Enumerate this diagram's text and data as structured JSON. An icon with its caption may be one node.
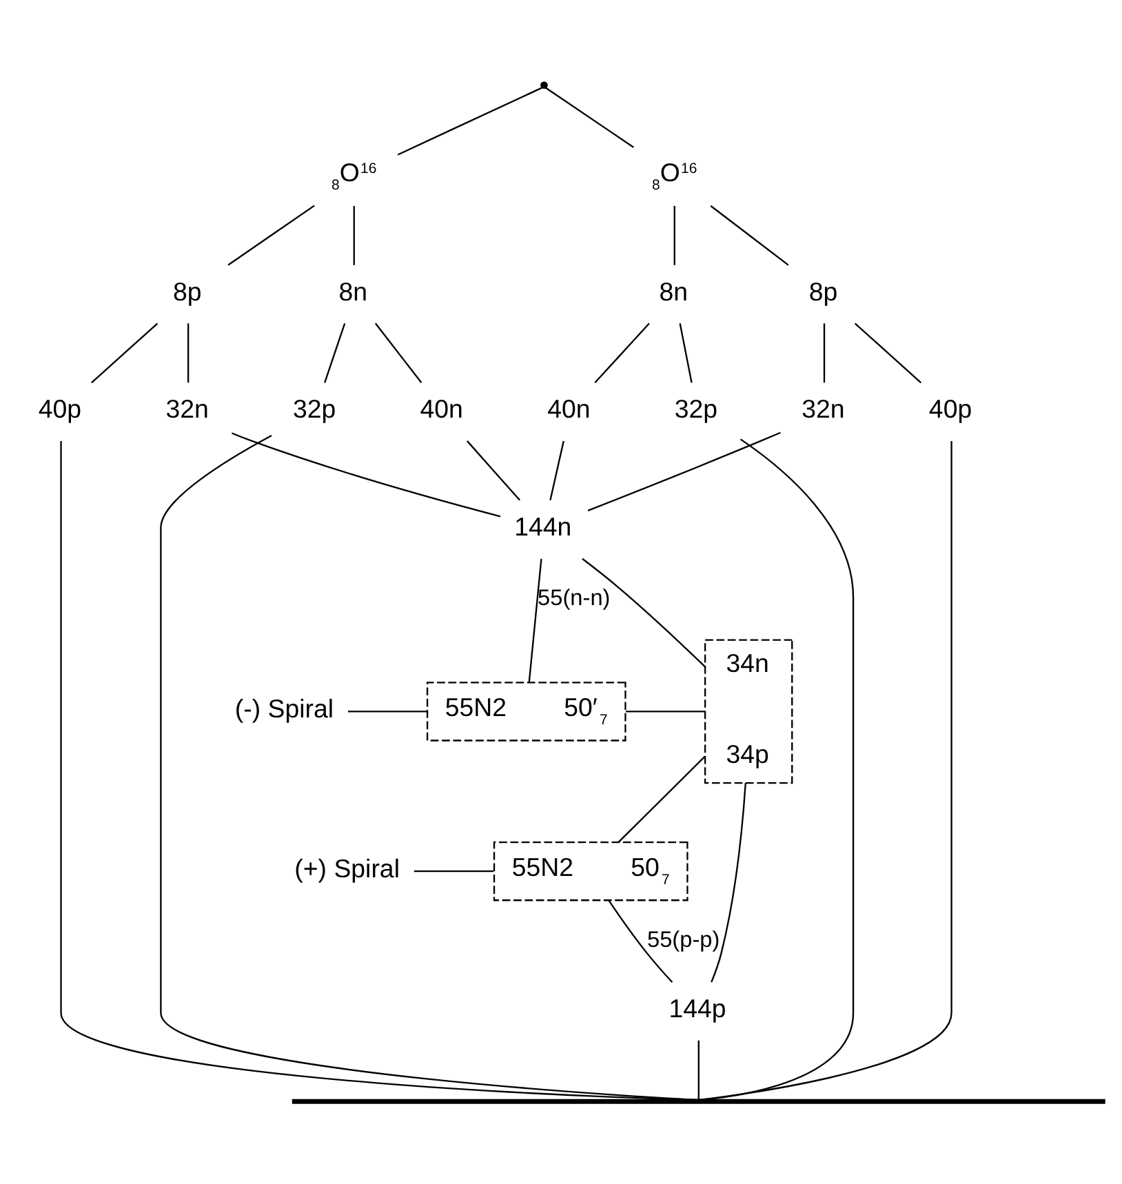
{
  "diagram": {
    "nodes": [
      {
        "text": [],
        "shape": "point"
      },
      {
        "text": [
          "$_{8}$O$^{16}$"
        ]
      },
      {
        "text": [
          "$_{8}$O$^{16}$"
        ]
      },
      {
        "text": [
          "8p"
        ]
      },
      {
        "text": [
          "8n"
        ]
      },
      {
        "text": [
          "8n"
        ]
      },
      {
        "text": [
          "8p"
        ]
      },
      {
        "text": [
          "40p"
        ]
      },
      {
        "text": [
          "32n"
        ]
      },
      {
        "text": [
          "32p"
        ]
      },
      {
        "text": [
          "40n"
        ]
      },
      {
        "text": [
          "40n"
        ]
      },
      {
        "text": [
          "32p"
        ]
      },
      {
        "text": [
          "32n"
        ]
      },
      {
        "text": [
          "40p"
        ]
      },
      {
        "text": [
          "144n"
        ]
      },
      {
        "text": [
          "(-) Spiral"
        ]
      },
      {
        "text": [
          "55N2",
          "50′$_{7}$"
        ]
      },
      {
        "text": [
          "34n",
          "34p"
        ]
      },
      {
        "text": [
          "(+) Spiral"
        ]
      },
      {
        "text": [
          "55N2",
          "50$_{7}$"
        ]
      },
      {
        "text": [
          "144p"
        ]
      },
      {
        "text": [],
        "shape": "bar"
      }
    ],
    "edges": [
      {
        "from": 0,
        "to": 1,
        "arrow": "none"
      },
      {
        "from": 0,
        "to": 2,
        "arrow": "none"
      },
      {
        "from": 1,
        "to": 3,
        "arrow": "none"
      },
      {
        "from": 1,
        "to": 4,
        "arrow": "none"
      },
      {
        "from": 2,
        "to": 5,
        "arrow": "none"
      },
      {
        "from": 2,
        "to": 6,
        "arrow": "none"
      },
      {
        "from": 3,
        "to": 7,
        "arrow": "none"
      },
      {
        "from": 3,
        "to": 8,
        "arrow": "none"
      },
      {
        "from": 4,
        "to": 9,
        "arrow": "none"
      },
      {
        "from": 4,
        "to": 10,
        "arrow": "none"
      },
      {
        "from": 5,
        "to": 11,
        "arrow": "none"
      },
      {
        "from": 5,
        "to": 12,
        "arrow": "none"
      },
      {
        "from": 6,
        "to": 13,
        "arrow": "none"
      },
      {
        "from": 6,
        "to": 14,
        "arrow": "none"
      },
      {
        "from": 8,
        "to": 15,
        "arrow": "none"
      },
      {
        "from": 10,
        "to": 15,
        "arrow": "none"
      },
      {
        "from": 11,
        "to": 15,
        "arrow": "none"
      },
      {
        "from": 13,
        "to": 15,
        "arrow": "none"
      },
      {
        "from": 15,
        "to": 17,
        "label": "55(n-n)",
        "arrow": "none"
      },
      {
        "from": 15,
        "to": 18,
        "arrow": "none"
      },
      {
        "from": 16,
        "to": 17,
        "arrow": "none"
      },
      {
        "from": 17,
        "to": 18,
        "arrow": "none"
      },
      {
        "from": 19,
        "to": 20,
        "arrow": "none"
      },
      {
        "from": 20,
        "to": 18,
        "arrow": "none"
      },
      {
        "from": 20,
        "to": 21,
        "label": "55(p-p)",
        "arrow": "none"
      },
      {
        "from": 18,
        "to": 21,
        "arrow": "none"
      },
      {
        "from": 7,
        "to": 22,
        "arrow": "none"
      },
      {
        "from": 9,
        "to": 22,
        "arrow": "none"
      },
      {
        "from": 21,
        "to": 22,
        "arrow": "none"
      },
      {
        "from": 12,
        "to": 22,
        "arrow": "none"
      },
      {
        "from": 14,
        "to": 22,
        "arrow": "none"
      }
    ]
  }
}
